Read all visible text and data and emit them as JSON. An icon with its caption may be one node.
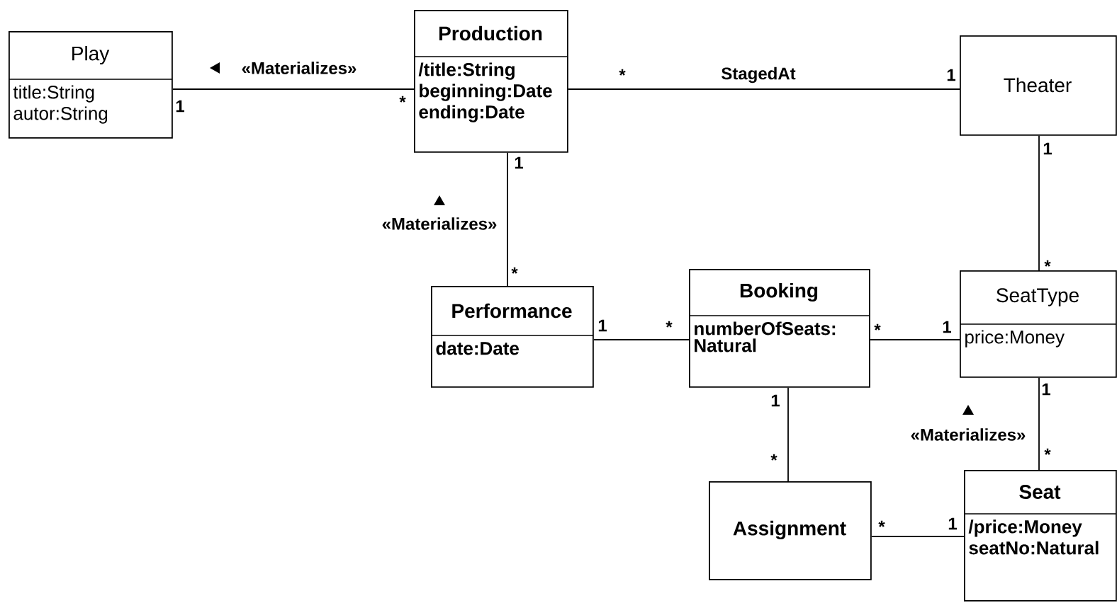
{
  "diagram": {
    "nodes": [
      {
        "text": [
          "Play",
          "title:String",
          "autor:String"
        ]
      },
      {
        "text": [
          "Production",
          "/title:String",
          "beginning:Date",
          "ending:Date"
        ]
      },
      {
        "text": [
          "Theater"
        ]
      },
      {
        "text": [
          "Performance",
          "date:Date"
        ]
      },
      {
        "text": [
          "Booking",
          "numberOfSeats: Natural"
        ]
      },
      {
        "text": [
          "SeatType",
          "price:Money"
        ]
      },
      {
        "text": [
          "Assignment"
        ]
      },
      {
        "text": [
          "Seat",
          "/price:Money",
          "seatNo:Natural"
        ]
      }
    ],
    "edges": [
      {
        "from": 0,
        "to": 1,
        "arrow": "none",
        "label": "«Materializes»"
      },
      {
        "from": 1,
        "to": 2,
        "arrow": "none",
        "label": "StagedAt"
      },
      {
        "from": 1,
        "to": 3,
        "arrow": "none",
        "label": "«Materializes»"
      },
      {
        "from": 2,
        "to": 5,
        "arrow": "none"
      },
      {
        "from": 3,
        "to": 4,
        "arrow": "none"
      },
      {
        "from": 4,
        "to": 5,
        "arrow": "none"
      },
      {
        "from": 4,
        "to": 6,
        "arrow": "none"
      },
      {
        "from": 5,
        "to": 7,
        "arrow": "none",
        "label": "«Materializes»"
      },
      {
        "from": 6,
        "to": 7,
        "arrow": "none"
      }
    ],
    "labels": [
      "1",
      "*",
      "*",
      "1",
      "1",
      "1",
      "*",
      "*",
      "1",
      "*",
      "*",
      "1",
      "1",
      "1",
      "*",
      "*",
      "*",
      "1"
    ]
  }
}
